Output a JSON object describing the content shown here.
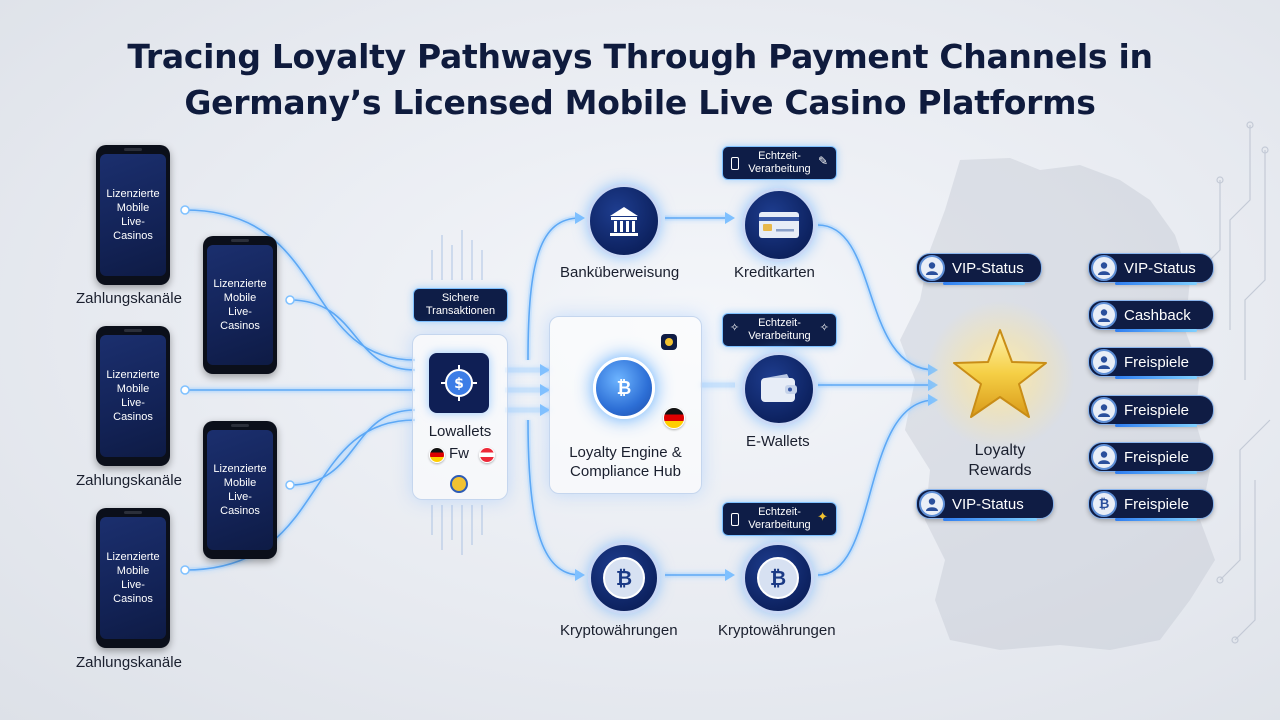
{
  "title": {
    "line1": "Tracing Loyalty Pathways Through Payment Channels in",
    "line2": "Germany’s Licensed Mobile Live Casino Platforms"
  },
  "phones": {
    "screen_text": "Lizenzierte\nMobile\nLive-Casinos",
    "channel_label": "Zahlungskanäle"
  },
  "hub": {
    "tag": "Sichere\nTransaktionen",
    "label": "Lowallets",
    "flag_text": "Fw"
  },
  "engine": {
    "label": "Loyalty Engine &\nCompliance Hub"
  },
  "methods": {
    "bank": "Banküberweisung",
    "card": "Kreditkarten",
    "ewallet": "E-Wallets",
    "crypto_left": "Kryptowährungen",
    "crypto_right": "Kryptowährungen",
    "realtime_tag": "Echtzeit-\nVerarbeitung"
  },
  "rewards": {
    "label": "Loyalty\nRewards",
    "left_pills": [
      "VIP-Status",
      "VIP-Status"
    ],
    "right_pills": [
      "VIP-Status",
      "Cashback",
      "Freispiele",
      "Freispiele",
      "Freispiele",
      "Freispiele"
    ]
  },
  "colors": {
    "navy": "#0f1c44",
    "glow": "#7fc1ff",
    "star": "#f2c230"
  },
  "icons": [
    "bank-icon",
    "credit-card-icon",
    "wallet-icon",
    "bitcoin-icon",
    "star-icon",
    "user-icon",
    "germany-map"
  ]
}
